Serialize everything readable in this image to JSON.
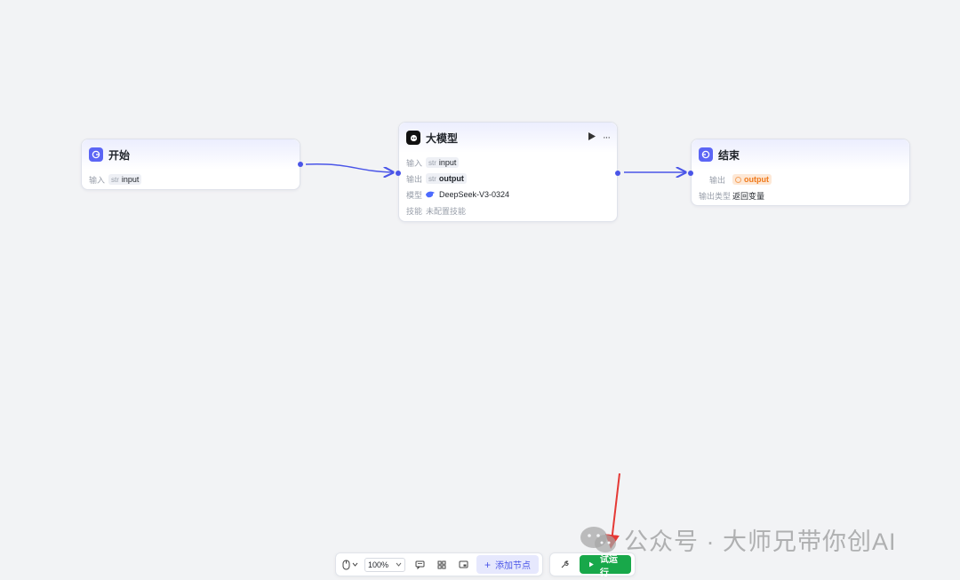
{
  "nodes": {
    "start": {
      "title": "开始",
      "input_label": "输入",
      "input_type": "str",
      "input_var": "input"
    },
    "llm": {
      "title": "大模型",
      "input_label": "输入",
      "input_type": "str",
      "input_var": "input",
      "output_label": "输出",
      "output_type": "str",
      "output_var": "output",
      "model_label": "模型",
      "model_name": "DeepSeek-V3-0324",
      "skill_label": "技能",
      "skill_value": "未配置技能",
      "more": "···"
    },
    "end": {
      "title": "结束",
      "output_label": "输出",
      "output_var": "output",
      "output_type_label": "输出类型",
      "output_type_value": "返回变量"
    }
  },
  "toolbar": {
    "zoom": "100%",
    "add_node": "添加节点",
    "run": "试运行"
  },
  "watermark": "公众号 · 大师兄带你创AI",
  "colors": {
    "accent": "#4a55e8",
    "run_green": "#18a84a",
    "arrow_red": "#e53935"
  }
}
